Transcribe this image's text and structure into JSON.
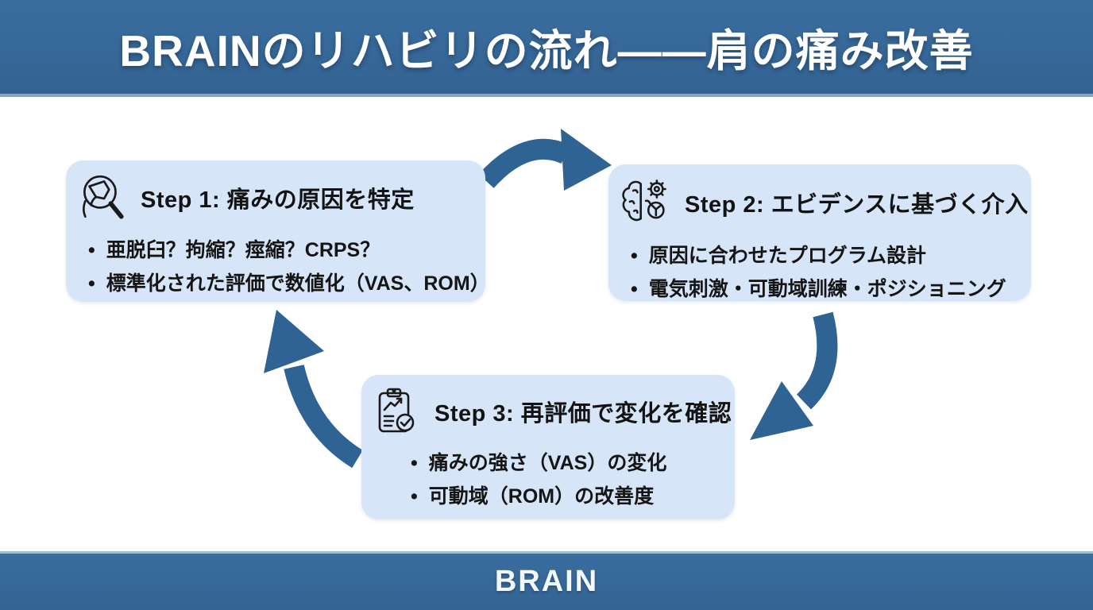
{
  "header": {
    "title": "BRAINのリハビリの流れ——肩の痛み改善"
  },
  "footer": {
    "brand": "BRAIN"
  },
  "colors": {
    "banner_blue": "#336392",
    "banner_edge_light": "#7fa9c3",
    "card_background": "#d7e5f8",
    "arrow_blue": "#2f6394",
    "title_text": "#ffffff",
    "body_text": "#151515",
    "icon_stroke": "#1a1a1a"
  },
  "steps": [
    {
      "icon": "magnifier-shoulder-icon",
      "title": "Step 1: 痛みの原因を特定",
      "bullets": [
        "亜脱臼？拘縮？痙縮？CRPS？",
        "標準化された評価で数値化（VAS、ROM）"
      ]
    },
    {
      "icon": "brain-gear-icon",
      "title": "Step 2: エビデンスに基づく介入",
      "bullets": [
        "原因に合わせたプログラム設計",
        "電気刺激・可動域訓練・ポジショニング"
      ]
    },
    {
      "icon": "clipboard-check-icon",
      "title": "Step 3: 再評価で変化を確認",
      "bullets": [
        "痛みの強さ（VAS）の変化",
        "可動域（ROM）の改善度"
      ]
    }
  ],
  "arrows": [
    {
      "name": "arrow-step1-to-step2",
      "direction": "left-card to right-card, arcing over the top"
    },
    {
      "name": "arrow-step2-to-step3",
      "direction": "right-card curving down-left to bottom-card"
    },
    {
      "name": "arrow-step3-to-step1",
      "direction": "bottom-card curving up-left to left-card"
    }
  ]
}
